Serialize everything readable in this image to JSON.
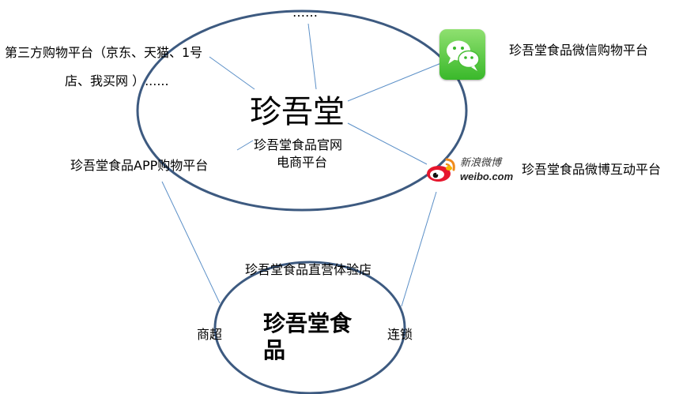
{
  "top_ellipsis": "……",
  "third_party_line1": "第三方购物平台（京东、天猫、1号",
  "third_party_line2": "店、我买网 ）......",
  "wechat_label": "珍吾堂食品微信购物平台",
  "weibo_label": "珍吾堂食品微博互动平台",
  "app_label": "珍吾堂食品APP购物平台",
  "brand_title": "珍吾堂",
  "official_site_line1": "珍吾堂食品官网",
  "official_site_line2": "电商平台",
  "direct_store": "珍吾堂食品直营体验店",
  "supermarket": "商超",
  "chain": "连锁",
  "brand_food": "珍吾堂食品",
  "weibo_logo_cn": "新浪微博",
  "weibo_logo_en": "weibo.com",
  "icons": {
    "wechat": "wechat-icon",
    "weibo": "weibo-icon"
  },
  "colors": {
    "ellipse_stroke": "#3d5a80",
    "connector": "#5b8fc7",
    "wechat_green": "#39b82a",
    "weibo_red": "#e6162d"
  }
}
